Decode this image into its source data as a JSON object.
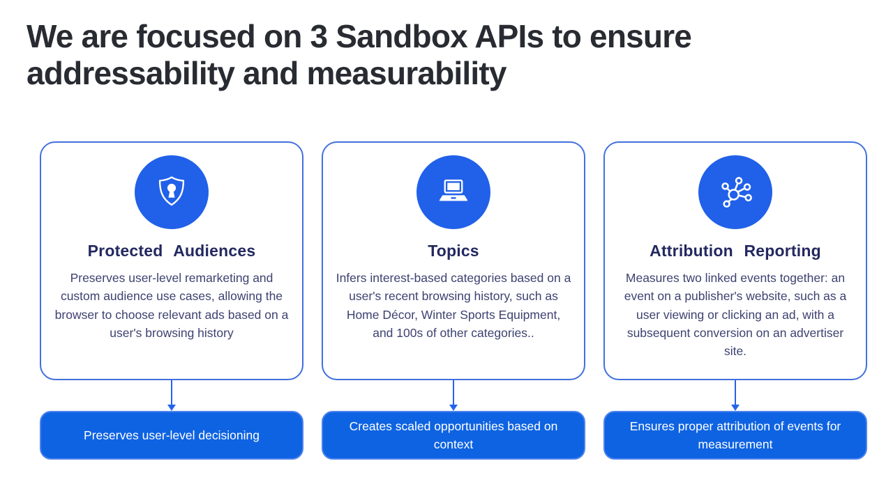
{
  "slide": {
    "title": "We are focused on 3 Sandbox APIs to ensure addressability and measurability"
  },
  "cards": [
    {
      "icon": "shield-keyhole-icon",
      "title": "Protected Audiences",
      "description": "Preserves user-level remarketing and custom audience use cases, allowing the browser to choose relevant ads based on a user's browsing history",
      "outcome": "Preserves user-level decisioning"
    },
    {
      "icon": "laptop-icon",
      "title": "Topics",
      "description": "Infers interest-based categories based on a user's recent browsing history, such as Home Décor, Winter Sports Equipment, and 100s of other categories..",
      "outcome": "Creates scaled opportunities based on context"
    },
    {
      "icon": "network-nodes-icon",
      "title": "Attribution Reporting",
      "description": "Measures two linked events together: an event on a publisher's website, such as a user viewing or clicking an ad, with a subsequent conversion on an advertiser site.",
      "outcome": "Ensures proper attribution of events for measurement"
    }
  ],
  "colors": {
    "icon_circle_blue": "#2161E9",
    "card_border_blue": "#4170DD",
    "outcome_box_blue": "#0E63E2",
    "outcome_box_border_blue": "#4F83EE",
    "arrow_blue": "#2563EB",
    "heading_dark": "#282B31",
    "card_title_navy": "#23285F",
    "card_body_navy": "#3D4270"
  }
}
